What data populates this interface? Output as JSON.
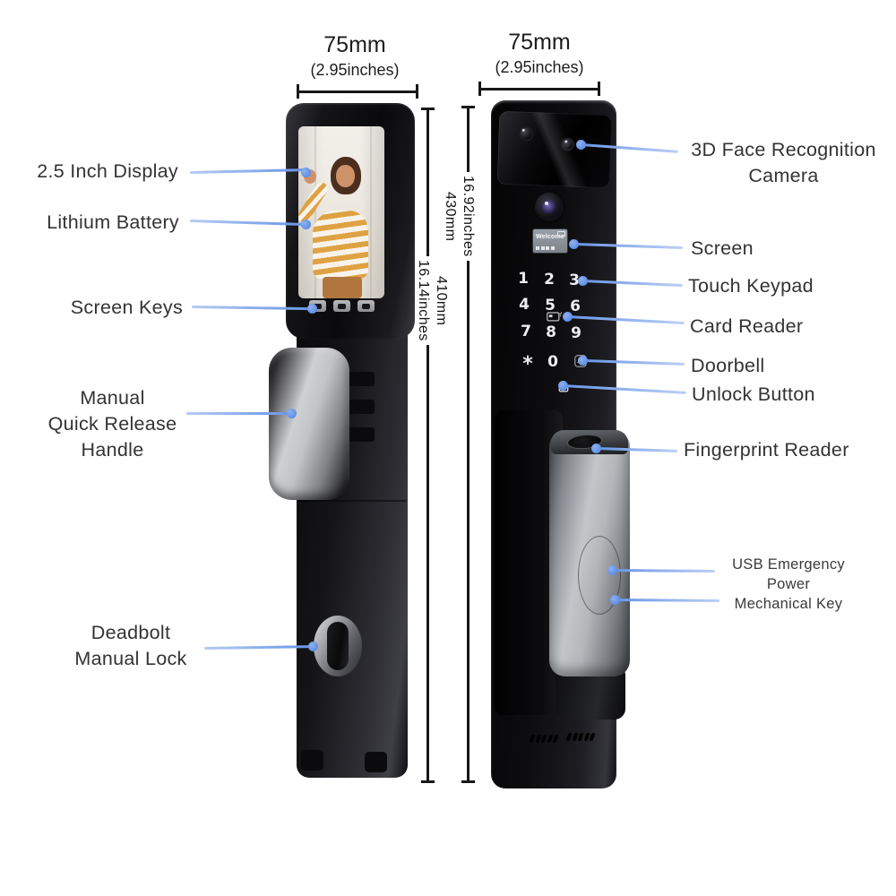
{
  "product": "smart-door-lock-annotated-diagram",
  "colors": {
    "background": "#ffffff",
    "label_text": "#333333",
    "dimension_marks": "#181818",
    "leader_accent": "#5d8ee5",
    "leader_light": "#bdd0f4"
  },
  "top_dimensions": {
    "front": {
      "mm": "75mm",
      "inches": "(2.95inches)"
    },
    "exterior": {
      "mm": "75mm",
      "inches": "(2.95inches)"
    }
  },
  "height_dimensions": {
    "front": {
      "mm": "410mm",
      "inches": "16.14inches"
    },
    "exterior": {
      "mm": "430mm",
      "inches": "16.92inches"
    }
  },
  "callouts_left": [
    {
      "label": "2.5 Inch Display"
    },
    {
      "label": "Lithium Battery"
    },
    {
      "label": "Screen Keys"
    },
    {
      "label": "Manual\nQuick Release\nHandle"
    },
    {
      "label": "Deadbolt\nManual Lock"
    }
  ],
  "callouts_right": [
    {
      "label": "3D Face Recognition\nCamera"
    },
    {
      "label": "Screen"
    },
    {
      "label": "Touch Keypad"
    },
    {
      "label": "Card Reader"
    },
    {
      "label": "Doorbell"
    },
    {
      "label": "Unlock Button"
    },
    {
      "label": "Fingerprint Reader"
    },
    {
      "label": "USB Emergency\nPower\nMechanical Key"
    }
  ],
  "device_exterior": {
    "welcome": "Welcome",
    "keys": [
      "1",
      "2",
      "3",
      "4",
      "5",
      "6",
      "7",
      "8",
      "9",
      "*",
      "0"
    ],
    "icons": [
      "card-reader-icon",
      "doorbell-bell-icon",
      "padlock-icon",
      "battery-icon",
      "fingerprint-oval"
    ]
  }
}
